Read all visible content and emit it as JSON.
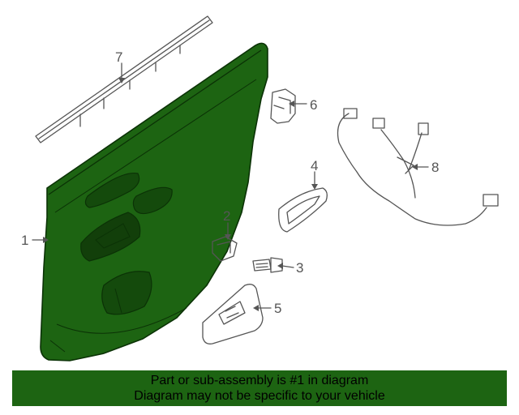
{
  "callouts": {
    "c1": "1",
    "c2": "2",
    "c3": "3",
    "c4": "4",
    "c5": "5",
    "c6": "6",
    "c7": "7",
    "c8": "8"
  },
  "banner": {
    "line1": "Part or sub-assembly is #1 in diagram",
    "line2": "Diagram may not be specific to your vehicle"
  },
  "colors": {
    "highlight": "#1d6412",
    "outline": "#555555"
  }
}
